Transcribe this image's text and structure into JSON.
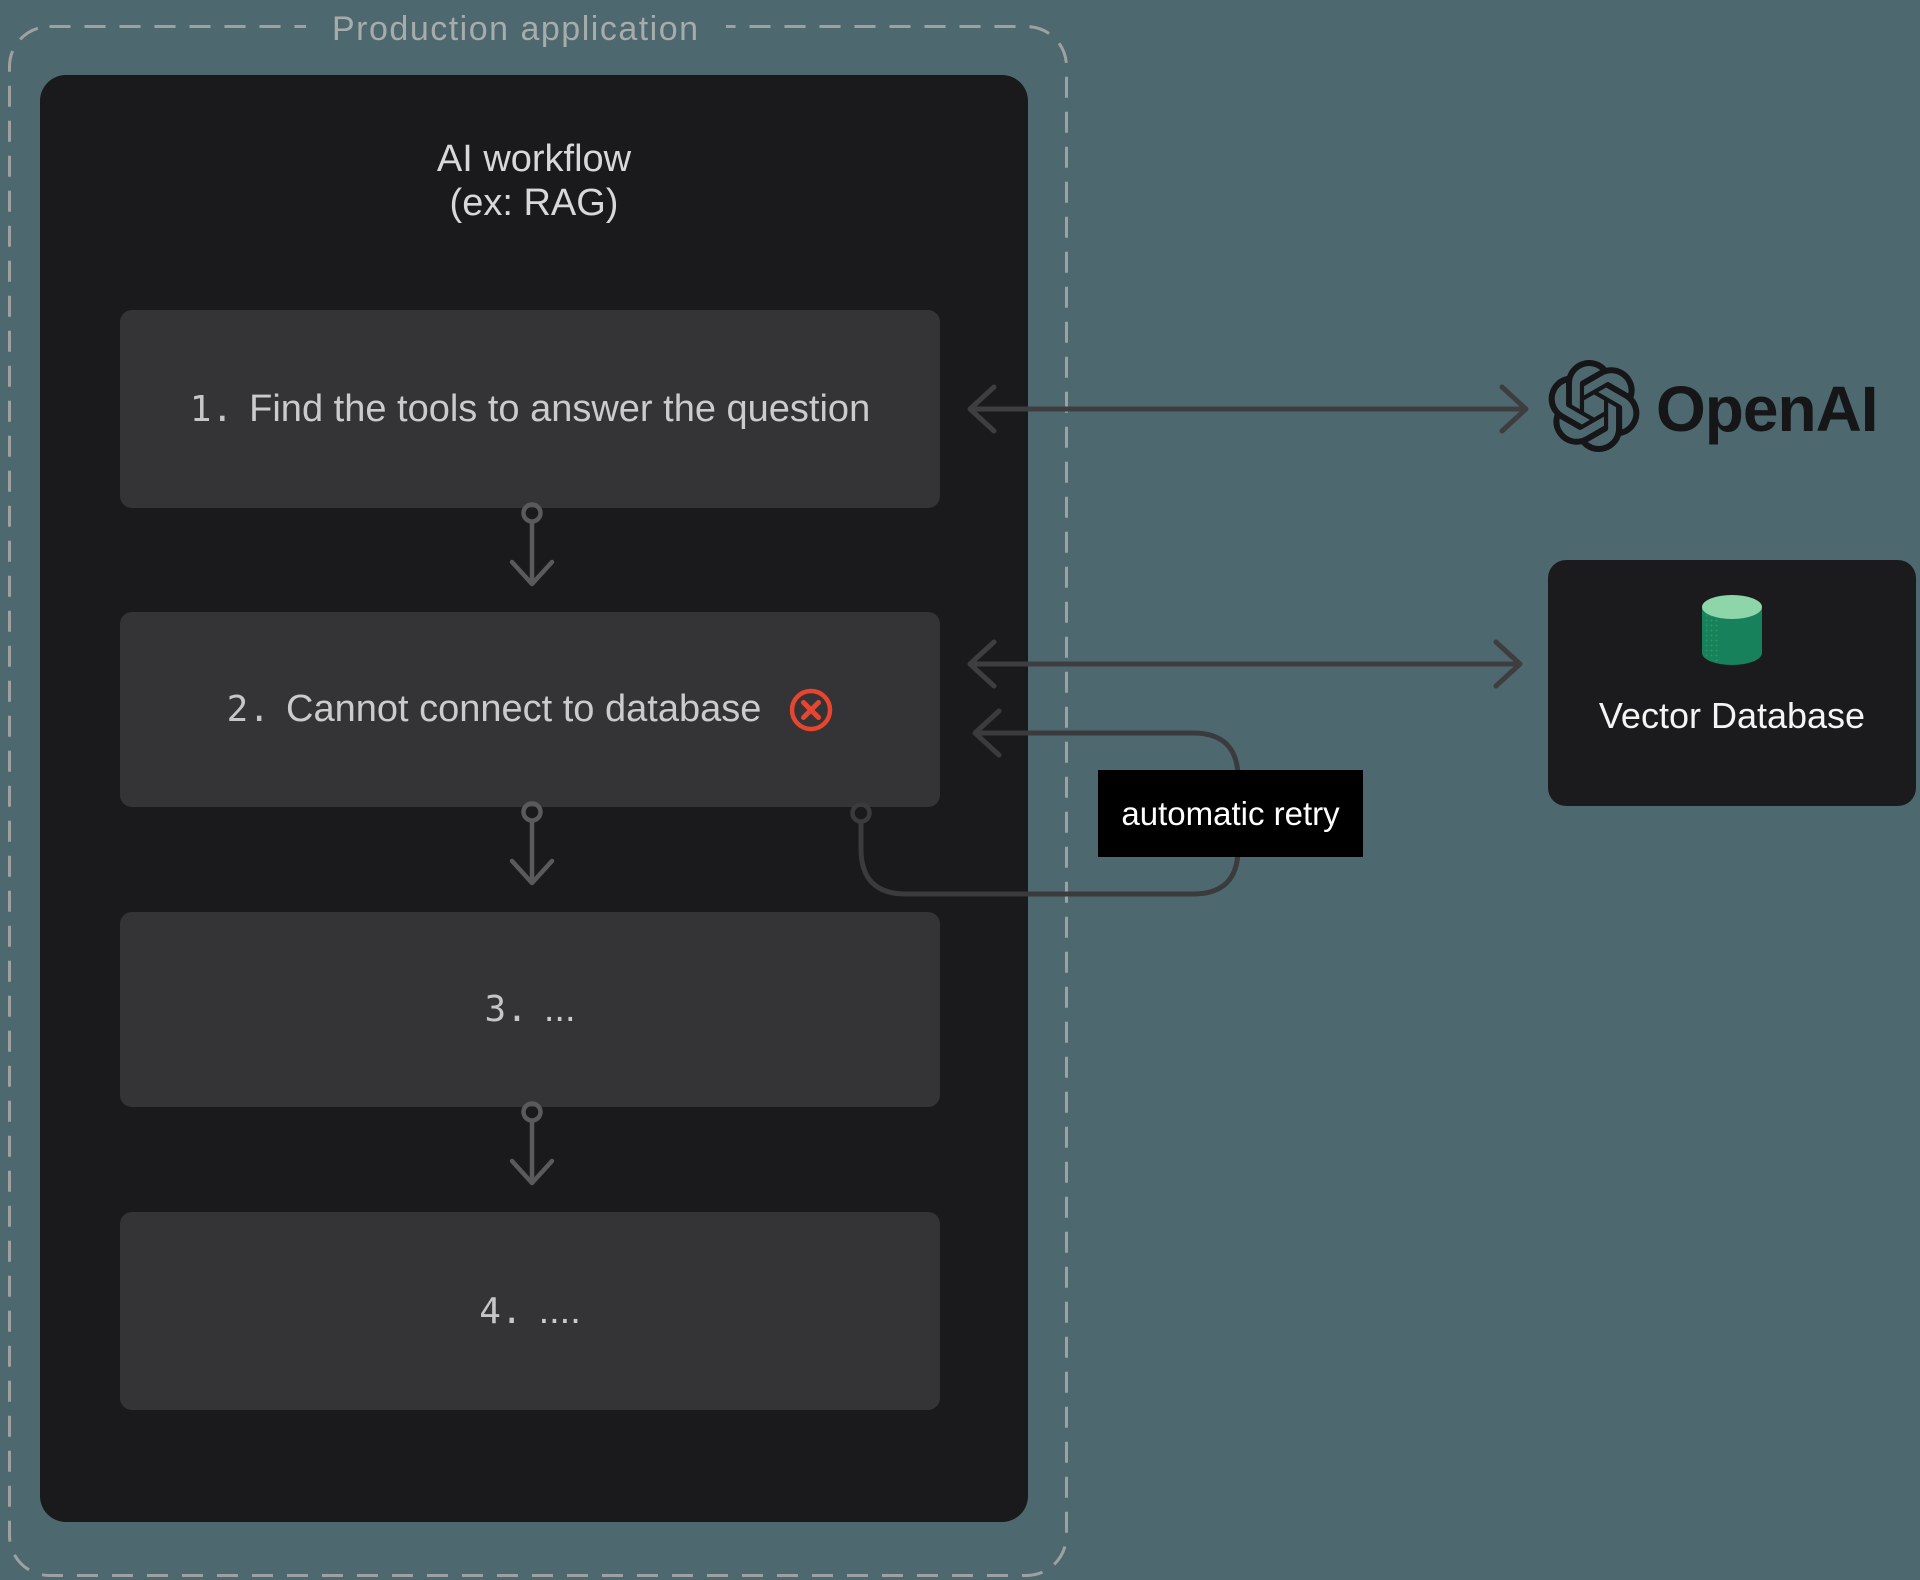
{
  "production": {
    "label": "Production application"
  },
  "workflow": {
    "title_line1": "AI workflow",
    "title_line2": "(ex: RAG)",
    "steps": [
      {
        "num": "1.",
        "label": "Find the tools to answer the question"
      },
      {
        "num": "2.",
        "label": "Cannot connect to database"
      },
      {
        "num": "3.",
        "label": "..."
      },
      {
        "num": "4.",
        "label": "...."
      }
    ]
  },
  "retry": {
    "label": "automatic retry"
  },
  "openai": {
    "wordmark": "OpenAI"
  },
  "vector_db": {
    "label": "Vector Database"
  },
  "icons": {
    "error": "circle-x-icon",
    "openai_mark": "openai-logo-icon",
    "database": "database-cylinder-icon"
  },
  "colors": {
    "background": "#4d696f",
    "panel": "#1a1a1c",
    "step_box": "#343437",
    "error_red": "#e7452f",
    "cylinder_top": "#8fd5aa",
    "cylinder_body": "#16815a",
    "arrow_dark": "#3e3d40",
    "arrow_inner": "#5a595c",
    "dash_gray": "#9ea1a1",
    "retry_label_bg": "#000000"
  }
}
